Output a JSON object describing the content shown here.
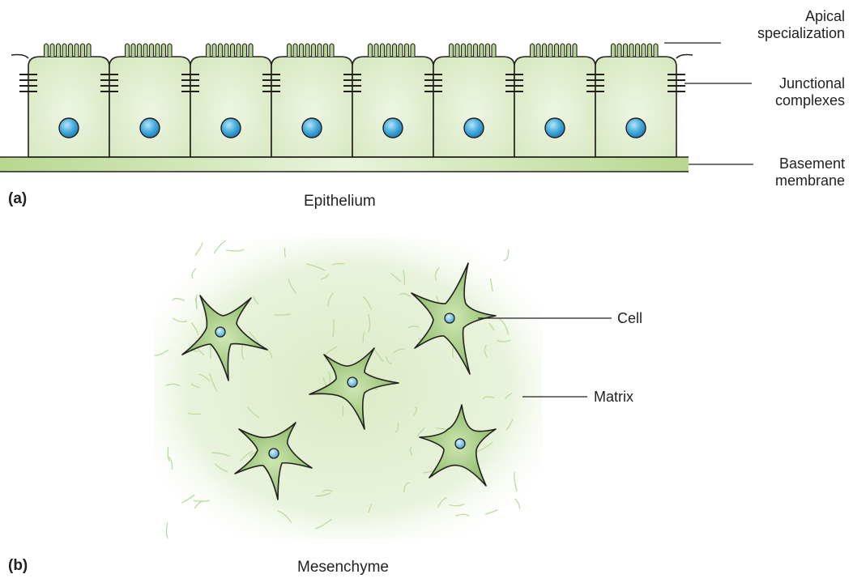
{
  "panel_a": {
    "tag": "(a)",
    "caption": "Epithelium",
    "labels": {
      "apical": [
        "Apical",
        "specialization"
      ],
      "junctional": [
        "Junctional",
        "complexes"
      ],
      "basement": [
        "Basement",
        "membrane"
      ]
    },
    "cell_count": 8
  },
  "panel_b": {
    "tag": "(b)",
    "caption": "Mesenchyme",
    "labels": {
      "cell": "Cell",
      "matrix": "Matrix"
    },
    "cell_count": 5
  },
  "colors": {
    "cell_fill": "#e3efd2",
    "matrix_tint": "#dbebc3",
    "nucleus": "#3fa8db",
    "mesenchyme_cell": "#9cc77a",
    "fiber": "#b9dba0",
    "outline": "#231f20"
  }
}
